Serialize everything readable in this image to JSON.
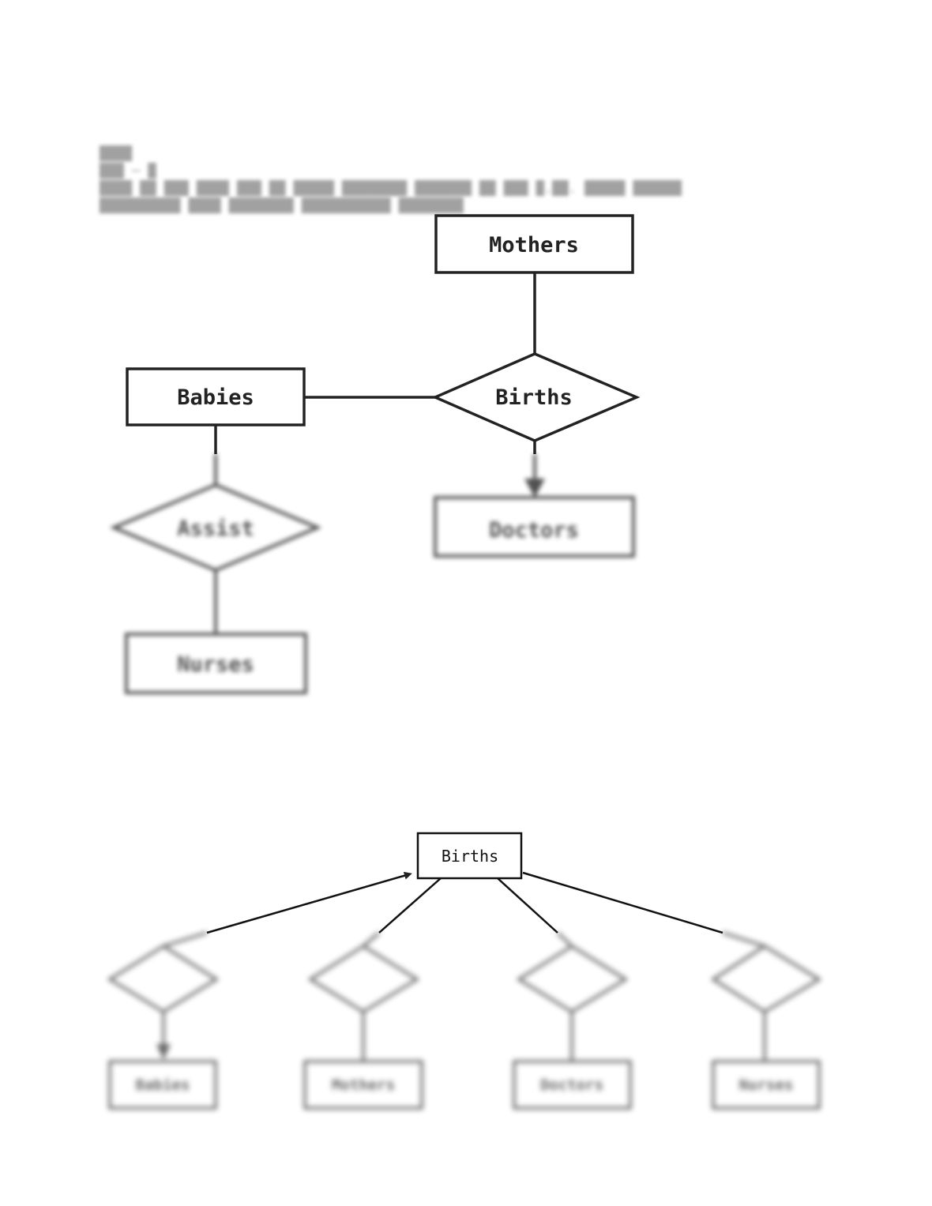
{
  "intro_lines": [],
  "diagram1": {
    "entities": {
      "mothers": "Mothers",
      "babies": "Babies",
      "doctors": "Doctors",
      "nurses": "Nurses"
    },
    "relationships": {
      "births": "Births",
      "assist": "Assist"
    }
  },
  "diagram2": {
    "center_entity": "Births",
    "entities": [
      "Babies",
      "Mothers",
      "Doctors",
      "Nurses"
    ]
  }
}
